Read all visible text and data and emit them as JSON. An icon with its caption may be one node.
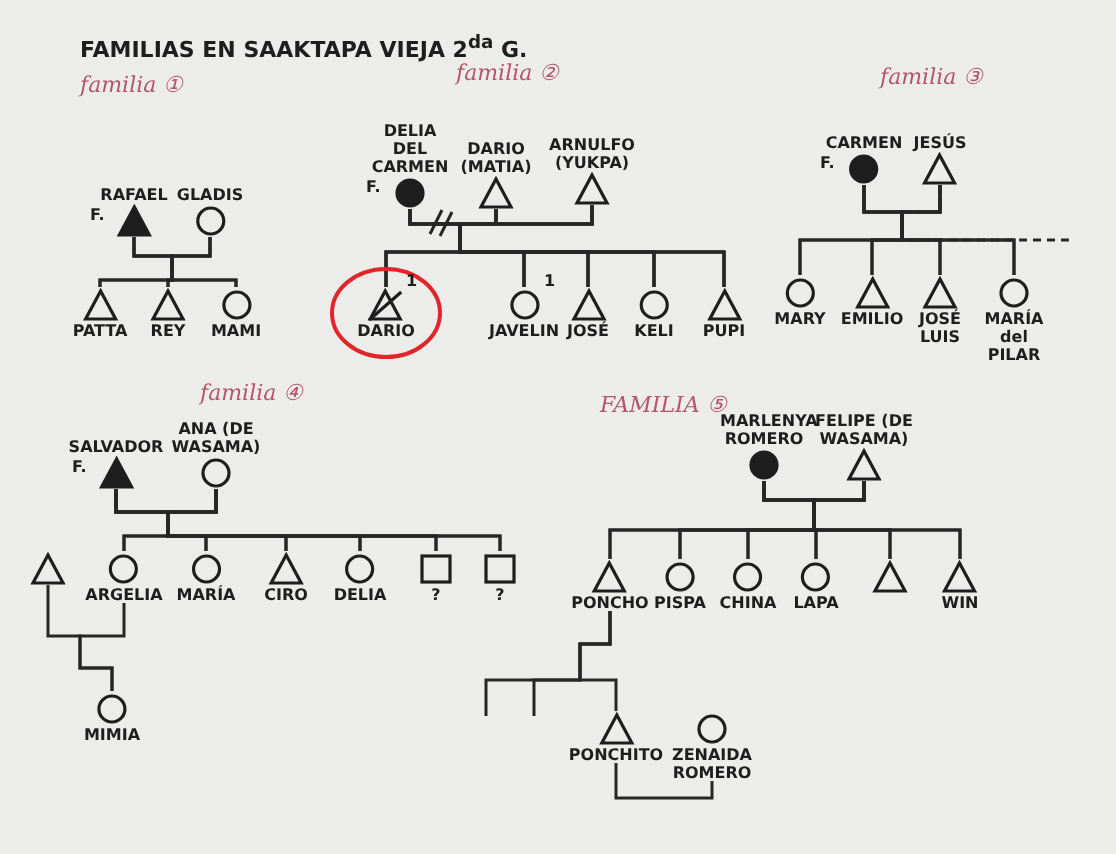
{
  "diagram": {
    "title": "FAMILIAS EN SAAKTAPA VIEJA 2$^{da}$ G.",
    "nodes": [
      {
        "text": [
          "RAFAEL"
        ],
        "beside": [
          "F."
        ]
      },
      {
        "text": [
          "GLADIS"
        ]
      },
      {
        "text": [
          "PATTA"
        ]
      },
      {
        "text": [
          "REY"
        ]
      },
      {
        "text": [
          "MAMI"
        ]
      },
      {
        "text": [
          "DELIA DEL CARMEN"
        ],
        "beside": [
          "F."
        ]
      },
      {
        "text": [
          "DARIO (MATIA)"
        ]
      },
      {
        "text": [
          "ARNULFO (YUKPA)"
        ]
      },
      {
        "text": [
          "DARIO"
        ],
        "beside": [
          "1"
        ]
      },
      {
        "text": [
          "JAVELIN"
        ],
        "beside": [
          "1"
        ]
      },
      {
        "text": [
          "JOSÉ"
        ]
      },
      {
        "text": [
          "KELI"
        ]
      },
      {
        "text": [
          "PUPI"
        ]
      },
      {
        "text": [
          "CARMEN"
        ],
        "beside": [
          "F."
        ]
      },
      {
        "text": [
          "JESÚS"
        ]
      },
      {
        "text": [
          "MARY"
        ]
      },
      {
        "text": [
          "EMILIO"
        ]
      },
      {
        "text": [
          "JOSÉ LUIS"
        ]
      },
      {
        "text": [
          "MARÍA del PILAR"
        ]
      },
      {
        "text": [
          "SALVADOR"
        ],
        "beside": [
          "F."
        ]
      },
      {
        "text": [
          "ANA (DE WASAMA)"
        ]
      },
      {
        "text": [],
        "shape": "triangle"
      },
      {
        "text": [
          "ARGELIA"
        ]
      },
      {
        "text": [
          "MARÍA"
        ]
      },
      {
        "text": [
          "CIRO"
        ]
      },
      {
        "text": [
          "DELIA"
        ]
      },
      {
        "text": [
          "?"
        ]
      },
      {
        "text": [
          "?"
        ]
      },
      {
        "text": [
          "MIMIA"
        ]
      },
      {
        "text": [
          "MARLENYA ROMERO"
        ]
      },
      {
        "text": [
          "FELIPE (DE WASAMA)"
        ]
      },
      {
        "text": [
          "PONCHO"
        ]
      },
      {
        "text": [
          "PISPA"
        ]
      },
      {
        "text": [
          "CHINA"
        ]
      },
      {
        "text": [
          "LAPA"
        ]
      },
      {
        "text": [],
        "shape": "triangle"
      },
      {
        "text": [
          "WIN"
        ]
      },
      {
        "text": [
          "PONCHITO"
        ]
      },
      {
        "text": [
          "ZENAIDA ROMERO"
        ]
      }
    ],
    "edges": [
      {
        "from": 0,
        "to": 2,
        "arrow": "none"
      },
      {
        "from": 0,
        "to": 3,
        "arrow": "none"
      },
      {
        "from": 0,
        "to": 4,
        "arrow": "none"
      },
      {
        "from": 1,
        "to": 2,
        "arrow": "none"
      },
      {
        "from": 1,
        "to": 3,
        "arrow": "none"
      },
      {
        "from": 1,
        "to": 4,
        "arrow": "none"
      },
      {
        "from": 5,
        "to": 8,
        "arrow": "none"
      },
      {
        "from": 5,
        "to": 9,
        "arrow": "none"
      },
      {
        "from": 5,
        "to": 10,
        "arrow": "none"
      },
      {
        "from": 5,
        "to": 11,
        "arrow": "none"
      },
      {
        "from": 5,
        "to": 12,
        "arrow": "none"
      },
      {
        "from": 6,
        "to": 8,
        "arrow": "none"
      },
      {
        "from": 6,
        "to": 9,
        "arrow": "none"
      },
      {
        "from": 6,
        "to": 10,
        "arrow": "none"
      },
      {
        "from": 6,
        "to": 11,
        "arrow": "none"
      },
      {
        "from": 6,
        "to": 12,
        "arrow": "none"
      },
      {
        "from": 7,
        "to": 8,
        "arrow": "none"
      },
      {
        "from": 7,
        "to": 9,
        "arrow": "none"
      },
      {
        "from": 7,
        "to": 10,
        "arrow": "none"
      },
      {
        "from": 7,
        "to": 11,
        "arrow": "none"
      },
      {
        "from": 7,
        "to": 12,
        "arrow": "none"
      },
      {
        "from": 13,
        "to": 15,
        "arrow": "none"
      },
      {
        "from": 13,
        "to": 16,
        "arrow": "none"
      },
      {
        "from": 13,
        "to": 17,
        "arrow": "none"
      },
      {
        "from": 13,
        "to": 18,
        "arrow": "none"
      },
      {
        "from": 14,
        "to": 15,
        "arrow": "none"
      },
      {
        "from": 14,
        "to": 16,
        "arrow": "none"
      },
      {
        "from": 14,
        "to": 17,
        "arrow": "none"
      },
      {
        "from": 14,
        "to": 18,
        "arrow": "none"
      },
      {
        "from": 14,
        "to": null,
        "arrow": "none",
        "style": "dashed"
      },
      {
        "from": 19,
        "to": 22,
        "arrow": "none"
      },
      {
        "from": 19,
        "to": 23,
        "arrow": "none"
      },
      {
        "from": 19,
        "to": 24,
        "arrow": "none"
      },
      {
        "from": 19,
        "to": 25,
        "arrow": "none"
      },
      {
        "from": 19,
        "to": 26,
        "arrow": "none"
      },
      {
        "from": 19,
        "to": 27,
        "arrow": "none"
      },
      {
        "from": 20,
        "to": 22,
        "arrow": "none"
      },
      {
        "from": 20,
        "to": 23,
        "arrow": "none"
      },
      {
        "from": 20,
        "to": 24,
        "arrow": "none"
      },
      {
        "from": 20,
        "to": 25,
        "arrow": "none"
      },
      {
        "from": 20,
        "to": 26,
        "arrow": "none"
      },
      {
        "from": 20,
        "to": 27,
        "arrow": "none"
      },
      {
        "from": 21,
        "to": 28,
        "arrow": "none"
      },
      {
        "from": 22,
        "to": 28,
        "arrow": "none"
      },
      {
        "from": 29,
        "to": 31,
        "arrow": "none"
      },
      {
        "from": 29,
        "to": 32,
        "arrow": "none"
      },
      {
        "from": 29,
        "to": 33,
        "arrow": "none"
      },
      {
        "from": 29,
        "to": 34,
        "arrow": "none"
      },
      {
        "from": 29,
        "to": 35,
        "arrow": "none"
      },
      {
        "from": 29,
        "to": 36,
        "arrow": "none"
      },
      {
        "from": 30,
        "to": 31,
        "arrow": "none"
      },
      {
        "from": 30,
        "to": 32,
        "arrow": "none"
      },
      {
        "from": 30,
        "to": 33,
        "arrow": "none"
      },
      {
        "from": 30,
        "to": 34,
        "arrow": "none"
      },
      {
        "from": 30,
        "to": 35,
        "arrow": "none"
      },
      {
        "from": 30,
        "to": 36,
        "arrow": "none"
      },
      {
        "from": 31,
        "to": 37,
        "arrow": "none"
      },
      {
        "from": 31,
        "to": null,
        "arrow": "none"
      },
      {
        "from": 31,
        "to": null,
        "arrow": "none"
      },
      {
        "from": 37,
        "to": 38,
        "arrow": "none"
      }
    ],
    "labels": [
      "familia ①",
      "familia ②",
      "familia ③",
      "familia ④",
      "FAMILIA ⑤"
    ]
  }
}
